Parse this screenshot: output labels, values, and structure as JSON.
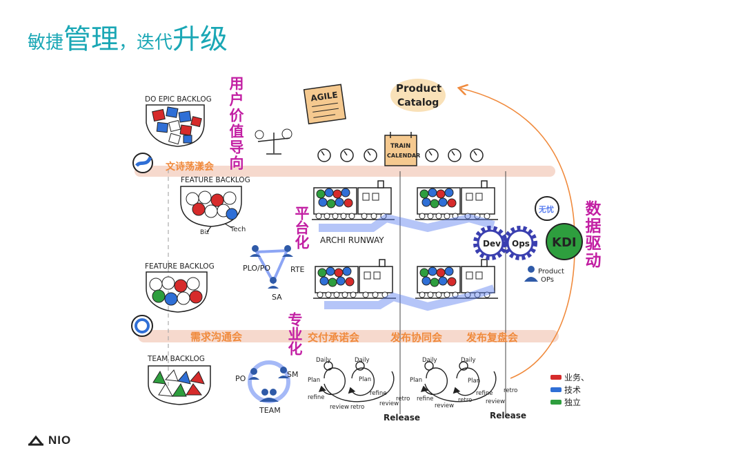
{
  "title": {
    "part1": "敏捷",
    "part2": "管理",
    "part3": "，迭代",
    "part4": "升级"
  },
  "labels": {
    "do_epic_backlog": "DO EPIC BACKLOG",
    "feature_backlog_1": "FEATURE BACKLOG",
    "feature_backlog_2": "FEATURE BACKLOG",
    "team_backlog": "TEAM BACKLOG",
    "biz": "Biz",
    "tech": "Tech",
    "user_value": "用户价值导向",
    "platform": "平台化",
    "specialized": "专业化",
    "data_driven": "数据驱动",
    "agile": "AGILE",
    "product_catalog_1": "Product",
    "product_catalog_2": "Catalog",
    "train_1": "TRAIN",
    "train_2": "CALENDAR",
    "archi_runway": "ARCHI RUNWAY",
    "plo_po": "PLO/PO",
    "rte": "RTE",
    "sa": "SA",
    "po": "PO",
    "sm": "SM",
    "team": "TEAM",
    "dev": "Dev",
    "ops": "Ops",
    "kdi": "KDI",
    "wuyou": "无忧",
    "product_ops_1": "Product",
    "product_ops_2": "OPs",
    "meeting_top": "文诗荡漾会",
    "meeting_req": "需求沟通会",
    "meeting_commit": "交付承诺会",
    "meeting_release": "发布协同会",
    "meeting_review": "发布复盘会",
    "daily": "Daily",
    "plan": "Plan",
    "refine": "refine",
    "review": "review",
    "retro": "retro",
    "release": "Release"
  },
  "legend": [
    {
      "label": "业务、",
      "color": "#d62b2b"
    },
    {
      "label": "技术",
      "color": "#2f6fd6"
    },
    {
      "label": "独立",
      "color": "#2e9e3e"
    }
  ],
  "colors": {
    "accent": "#1aa7b5",
    "magenta": "#c21fa3",
    "orange": "#f08a3c",
    "band": "#f4cfc0"
  },
  "logo": {
    "text": "NIO"
  }
}
